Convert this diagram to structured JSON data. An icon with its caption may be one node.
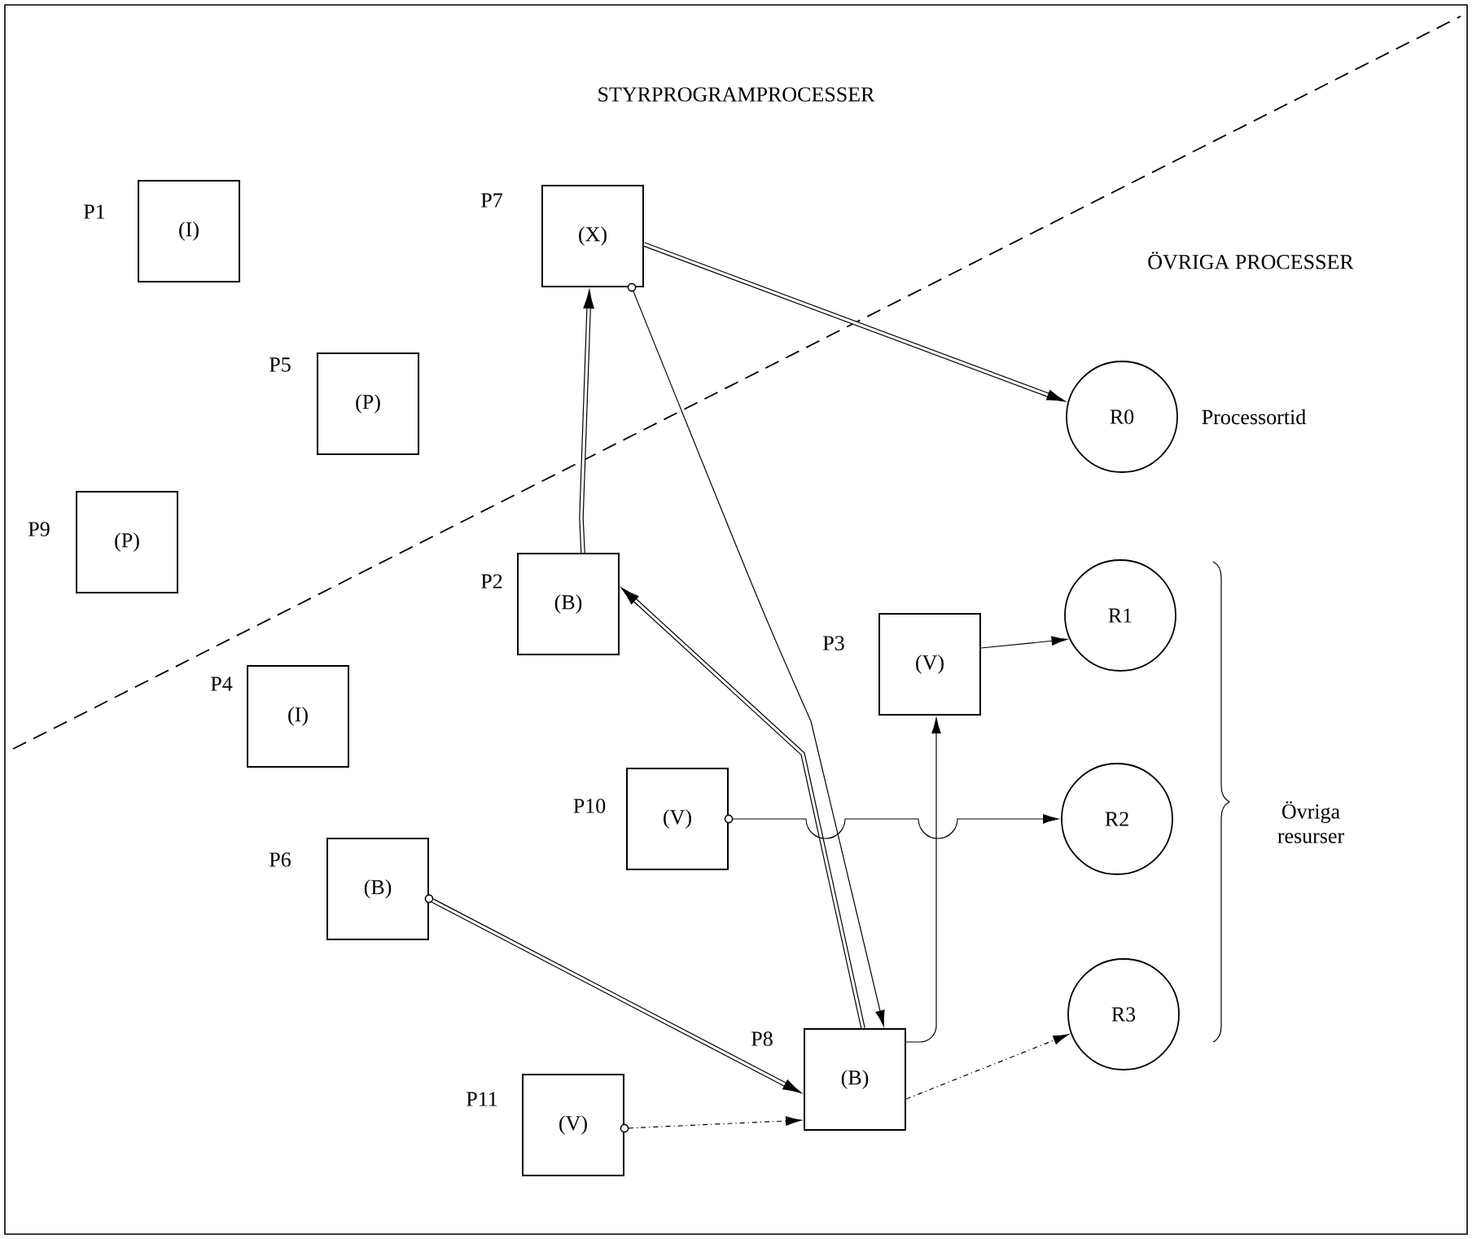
{
  "diagram": {
    "nodes": [
      {
        "text": [
          "(I)"
        ],
        "beside": [
          "P1"
        ]
      },
      {
        "text": [
          "(X)"
        ],
        "beside": [
          "P7"
        ]
      },
      {
        "text": [
          "(P)"
        ],
        "beside": [
          "P5"
        ]
      },
      {
        "text": [
          "R0"
        ],
        "beside": [
          "Processortid"
        ]
      },
      {
        "text": [
          "(P)"
        ],
        "beside": [
          "P9"
        ]
      },
      {
        "text": [
          "(B)"
        ],
        "beside": [
          "P2"
        ]
      },
      {
        "text": [
          "(V)"
        ],
        "beside": [
          "P3"
        ]
      },
      {
        "text": [
          "R1"
        ]
      },
      {
        "text": [
          "(I)"
        ],
        "beside": [
          "P4"
        ]
      },
      {
        "text": [
          "(V)"
        ],
        "beside": [
          "P10"
        ]
      },
      {
        "text": [
          "R2"
        ]
      },
      {
        "text": [
          "(B)"
        ],
        "beside": [
          "P6"
        ]
      },
      {
        "text": [
          "(B)"
        ],
        "beside": [
          "P8"
        ]
      },
      {
        "text": [
          "R3"
        ]
      },
      {
        "text": [
          "(V)"
        ],
        "beside": [
          "P11"
        ]
      }
    ],
    "edges": [
      {
        "from": 11,
        "to": 12,
        "arrow": "to",
        "style": "thick"
      },
      {
        "from": 12,
        "to": 5,
        "arrow": "to",
        "style": "thick"
      },
      {
        "from": 5,
        "to": 1,
        "arrow": "to",
        "style": "thick"
      },
      {
        "from": 1,
        "to": 3,
        "arrow": "to",
        "style": "thick"
      },
      {
        "from": 1,
        "to": 12,
        "arrow": "to"
      },
      {
        "from": 12,
        "to": 6,
        "arrow": "to"
      },
      {
        "from": 6,
        "to": 7,
        "arrow": "to"
      },
      {
        "from": 9,
        "to": 10,
        "arrow": "to"
      },
      {
        "from": 14,
        "to": 12,
        "arrow": "to",
        "style": "dashed"
      },
      {
        "from": 12,
        "to": 13,
        "arrow": "to",
        "style": "dashed"
      }
    ],
    "labels": [
      "STYRPROGRAMPROCESSER",
      "ÖVRIGA PROCESSER",
      "Övriga resurser"
    ]
  }
}
